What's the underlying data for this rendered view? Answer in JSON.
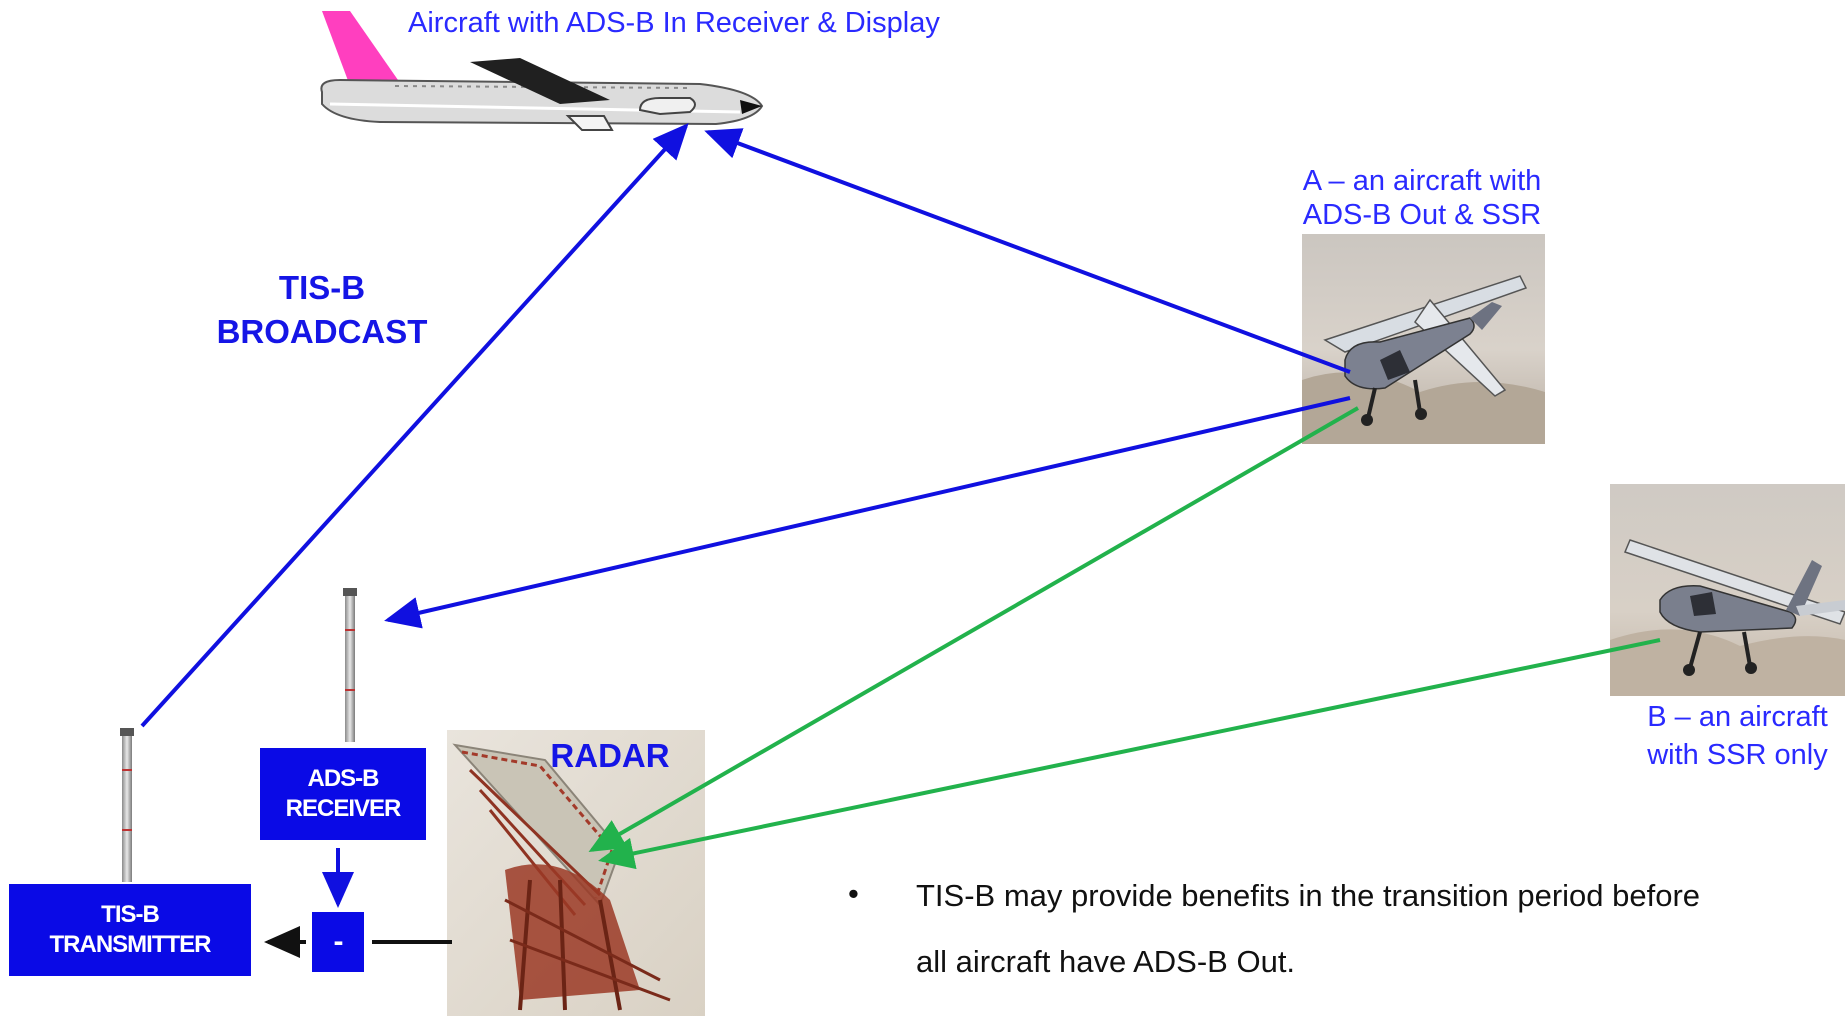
{
  "labels": {
    "top_aircraft": "Aircraft with ADS-B In Receiver & Display",
    "aircraft_a_line1": "A – an aircraft with",
    "aircraft_a_line2": "ADS-B Out & SSR",
    "aircraft_b_line1": "B – an aircraft",
    "aircraft_b_line2": "with SSR only",
    "tisb_broadcast_line1": "TIS-B",
    "tisb_broadcast_line2": "BROADCAST",
    "radar": "RADAR"
  },
  "boxes": {
    "adsb_receiver_line1": "ADS-B",
    "adsb_receiver_line2": "RECEIVER",
    "combiner": "-",
    "tisb_transmitter_line1": "TIS-B",
    "tisb_transmitter_line2": "TRANSMITTER"
  },
  "note": {
    "bullet": "•",
    "line1": "TIS-B may provide benefits in the transition period before",
    "line2": "all aircraft have ADS-B Out."
  },
  "colors": {
    "blue_arrow": "#1010e0",
    "green_arrow": "#22b24c",
    "box_fill": "#0a0ae6",
    "label_blue": "#2a2aff",
    "tail_pink": "#ff3fbf"
  }
}
